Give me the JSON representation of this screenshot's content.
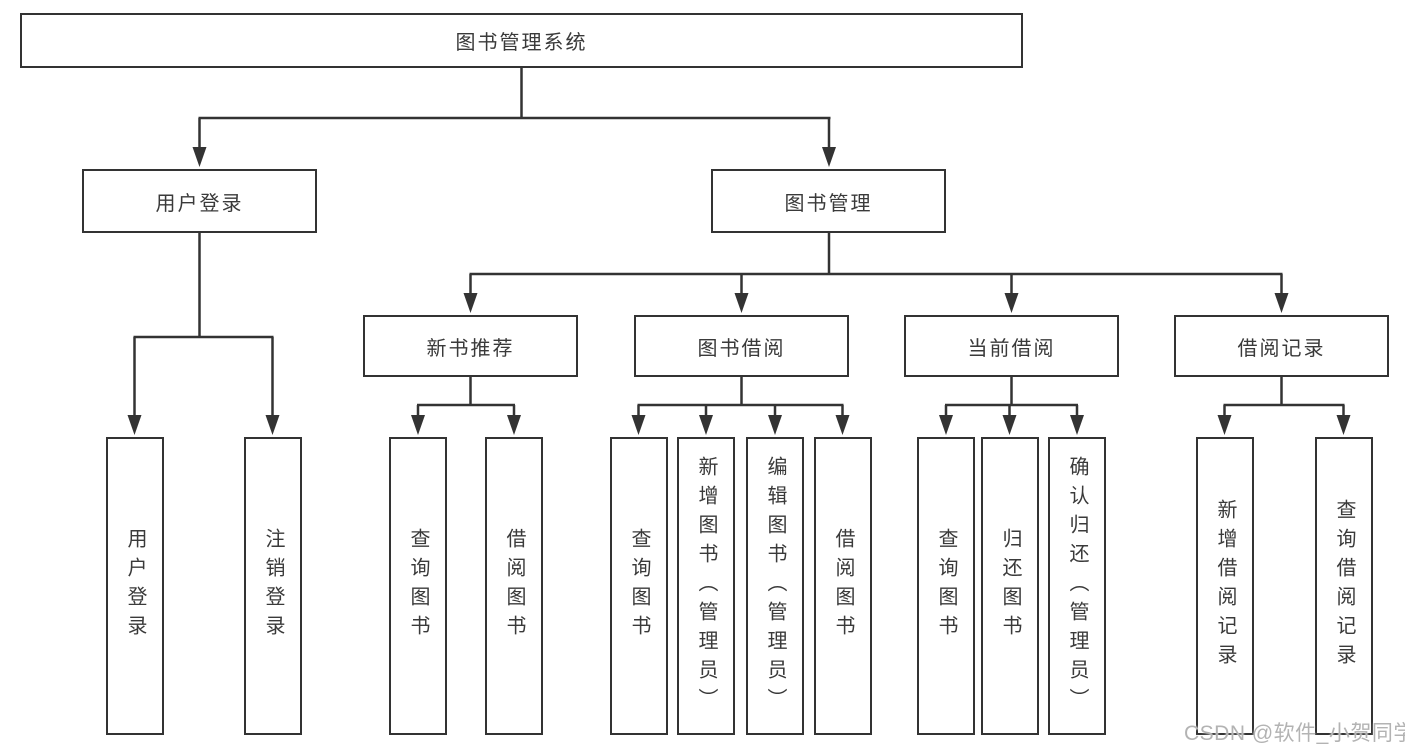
{
  "diagram": {
    "title": "图书管理系统",
    "level2": {
      "user": "用户登录",
      "book": "图书管理"
    },
    "level3": {
      "recommend": "新书推荐",
      "borrow": "图书借阅",
      "current": "当前借阅",
      "records": "借阅记录"
    },
    "leaves": {
      "user": [
        "用户登录",
        "注销登录"
      ],
      "recommend": [
        "查询图书",
        "借阅图书"
      ],
      "borrow": [
        "查询图书",
        "新增图书（管理员）",
        "编辑图书（管理员）",
        "借阅图书"
      ],
      "current": [
        "查询图书",
        "归还图书",
        "确认归还（管理员）"
      ],
      "records": [
        "新增借阅记录",
        "查询借阅记录"
      ]
    },
    "colors": {
      "line": "#333333",
      "text": "#3a3a3a",
      "watermark": "#b3b3b3"
    },
    "watermark": "CSDN @软件_小贺同学"
  }
}
